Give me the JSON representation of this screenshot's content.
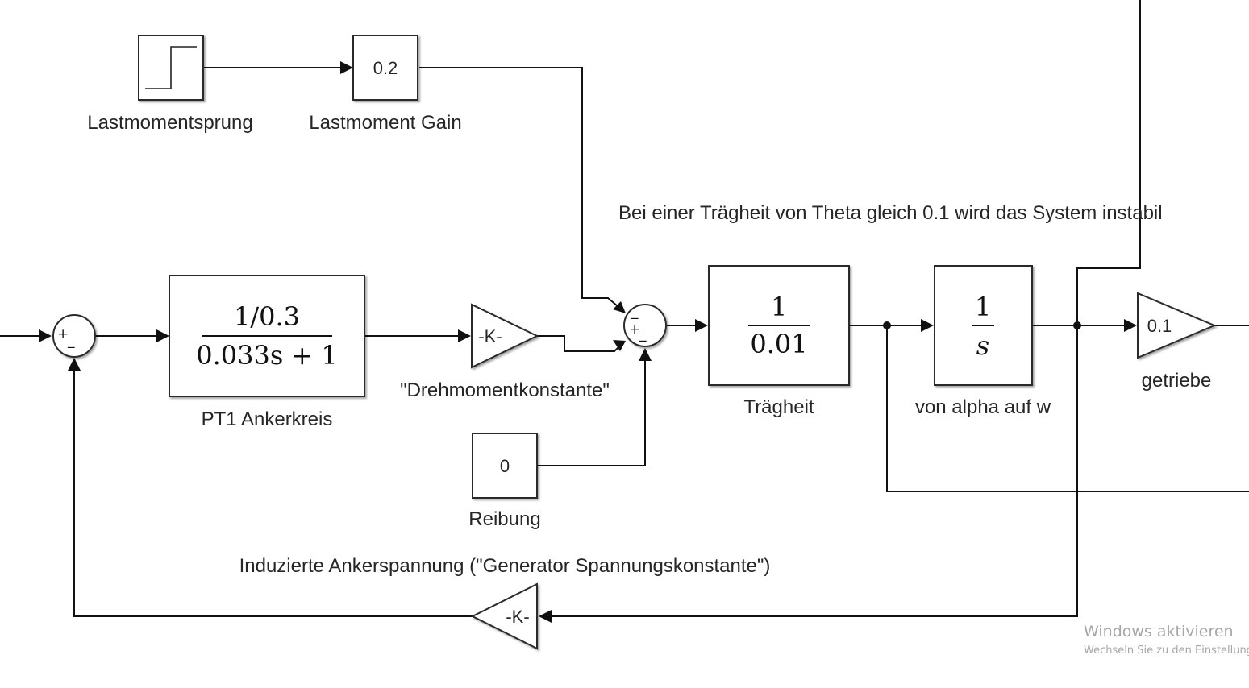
{
  "annotation": "Bei einer Trägheit von Theta gleich 0.1 wird das System instabil",
  "feedback_label": "Induzierte Ankerspannung (\"Generator Spannungskonstante\")",
  "blocks": {
    "step": {
      "label": "Lastmomentsprung"
    },
    "load_gain": {
      "value": "0.2",
      "label": "Lastmoment Gain"
    },
    "pt1": {
      "num": "1/0.3",
      "den": "0.033s + 1",
      "label": "PT1 Ankerkreis"
    },
    "torque_gain": {
      "value": "-K-",
      "label": "\"Drehmomentkonstante\""
    },
    "friction": {
      "value": "0",
      "label": "Reibung"
    },
    "inertia": {
      "num": "1",
      "den": "0.01",
      "label": "Trägheit"
    },
    "integrator": {
      "num": "1",
      "den": "s",
      "label": "von alpha auf w"
    },
    "gearbox": {
      "value": "0.1",
      "label": "getriebe"
    },
    "feedback_gain": {
      "value": "-K-"
    }
  },
  "sum_signs": {
    "sum1": {
      "plus": "+",
      "minus": "_"
    },
    "sum2": {
      "minus_top": "_",
      "plus": "+",
      "minus": "_"
    }
  },
  "watermark": {
    "title": "Windows aktivieren",
    "subtitle": "Wechseln Sie zu den Einstellungen"
  }
}
